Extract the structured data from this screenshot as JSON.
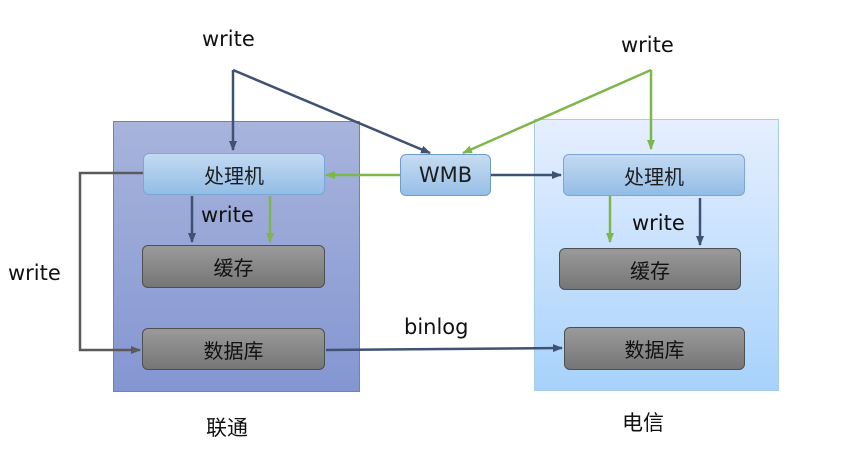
{
  "colors": {
    "dark_arrow": "#3f5273",
    "green_arrow": "#7db64a",
    "gray_arrow": "#5a5a5a"
  },
  "labels": {
    "write_top_left": "write",
    "write_top_right": "write",
    "write_side_left": "write",
    "write_left_inner": "write",
    "write_right_inner": "write",
    "binlog": "binlog"
  },
  "wmb": {
    "label": "WMB"
  },
  "left_region": {
    "name": "联通",
    "processor": "处理机",
    "cache": "缓存",
    "database": "数据库"
  },
  "right_region": {
    "name": "电信",
    "processor": "处理机",
    "cache": "缓存",
    "database": "数据库"
  }
}
